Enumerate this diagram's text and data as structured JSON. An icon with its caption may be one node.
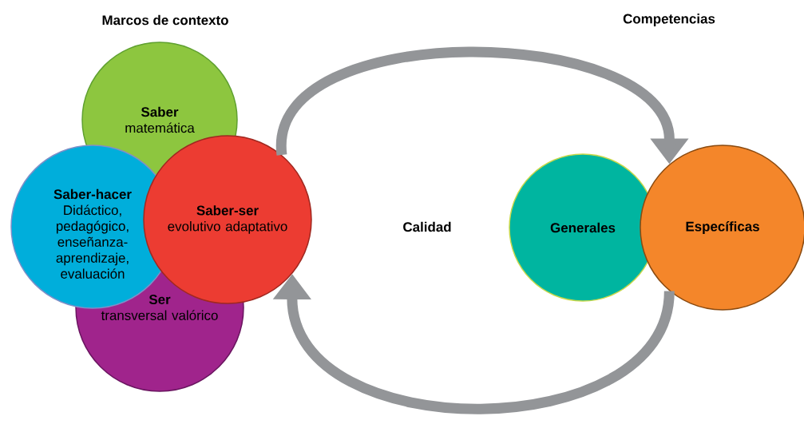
{
  "diagram": {
    "nodes": [
      {
        "text": [
          "Saber",
          "matemática"
        ]
      },
      {
        "text": [
          "Saber-hacer",
          "Didáctico, pedagógico, enseñanza-aprendizaje, evaluación"
        ]
      },
      {
        "text": [
          "Saber-ser",
          "evolutivo adaptativo"
        ]
      },
      {
        "text": [
          "Ser",
          "transversal valórico"
        ]
      },
      {
        "text": [
          "Generales"
        ]
      },
      {
        "text": [
          "Específicas"
        ]
      }
    ],
    "edges": [
      {
        "from": 2,
        "to": 5,
        "arrow": "to"
      },
      {
        "from": 5,
        "to": 2,
        "arrow": "to"
      }
    ],
    "labels": [
      "Marcos de contexto",
      "Competencias",
      "Calidad"
    ]
  }
}
